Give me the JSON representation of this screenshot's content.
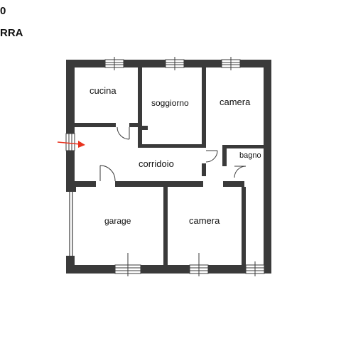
{
  "header": {
    "line1": "0",
    "line2": "RRA"
  },
  "rooms": {
    "cucina": "cucina",
    "soggiorno": "soggiorno",
    "camera_top": "camera",
    "corridoio": "corridoio",
    "bagno": "bagno",
    "garage": "garage",
    "camera_bottom": "camera"
  },
  "colors": {
    "wall": "#3a3a3a",
    "arrow": "#e8321e"
  }
}
